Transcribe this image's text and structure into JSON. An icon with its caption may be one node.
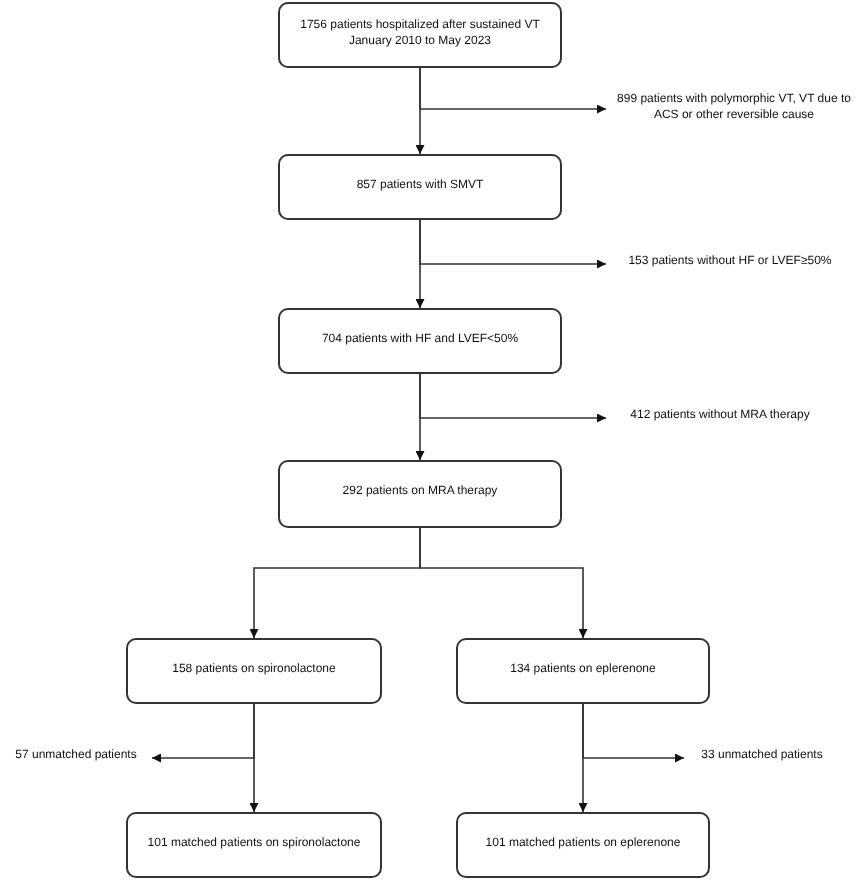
{
  "diagram": {
    "nodes": [
      {
        "text": [
          "1756 patients hospitalized after sustained VT January 2010 to May 2023"
        ]
      },
      {
        "text": [
          "899 patients with polymorphic VT, VT due to ACS or other reversible cause"
        ]
      },
      {
        "text": [
          "857 patients with SMVT"
        ]
      },
      {
        "text": [
          "153 patients without HF or LVEF≥50%"
        ]
      },
      {
        "text": [
          "704 patients with HF and LVEF<50%"
        ]
      },
      {
        "text": [
          "412 patients without MRA therapy"
        ]
      },
      {
        "text": [
          "292 patients on MRA therapy"
        ]
      },
      {
        "text": [
          "158 patients on spironolactone"
        ]
      },
      {
        "text": [
          "134 patients on eplerenone"
        ]
      },
      {
        "text": [
          "57 unmatched patients"
        ]
      },
      {
        "text": [
          "33 unmatched patients"
        ]
      },
      {
        "text": [
          "101 matched patients on spironolactone"
        ]
      },
      {
        "text": [
          "101 matched patients on eplerenone"
        ]
      }
    ],
    "edges": [
      {
        "from": 0,
        "to": 2,
        "arrow": "to"
      },
      {
        "from": 0,
        "to": 1,
        "arrow": "to"
      },
      {
        "from": 2,
        "to": 4,
        "arrow": "to"
      },
      {
        "from": 2,
        "to": 3,
        "arrow": "to"
      },
      {
        "from": 4,
        "to": 6,
        "arrow": "to"
      },
      {
        "from": 4,
        "to": 5,
        "arrow": "to"
      },
      {
        "from": 6,
        "to": 7,
        "arrow": "to"
      },
      {
        "from": 6,
        "to": 8,
        "arrow": "to"
      },
      {
        "from": 7,
        "to": 11,
        "arrow": "to"
      },
      {
        "from": 7,
        "to": 9,
        "arrow": "to"
      },
      {
        "from": 8,
        "to": 12,
        "arrow": "to"
      },
      {
        "from": 8,
        "to": 10,
        "arrow": "to"
      }
    ]
  }
}
